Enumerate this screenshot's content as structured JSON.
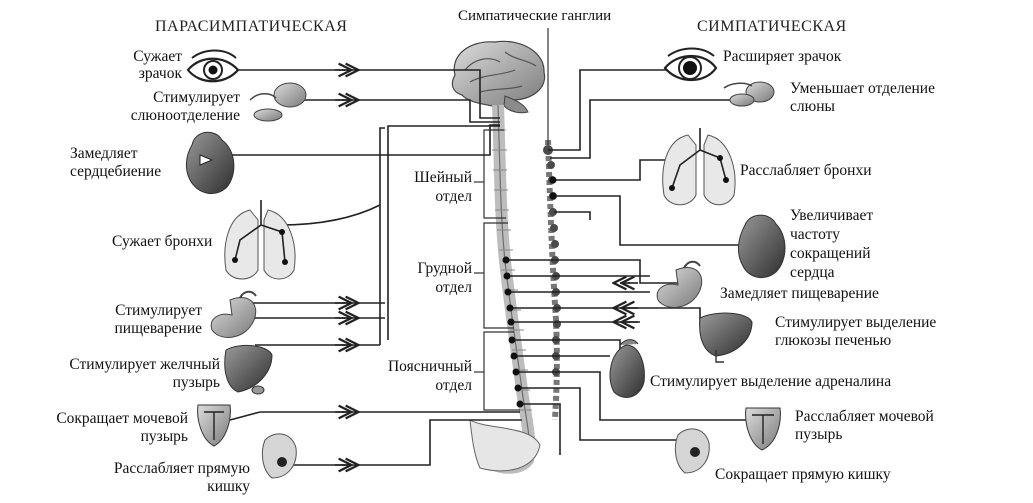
{
  "headers": {
    "parasympathetic": "ПАРАСИМПАТИЧЕСКАЯ",
    "sympathetic": "СИМПАТИЧЕСКАЯ",
    "ganglia": "Симпатические ганглии"
  },
  "spine_sections": {
    "cervical": "Шейный отдел",
    "thoracic": "Грудной отдел",
    "lumbar": "Поясничный отдел"
  },
  "left_effects": [
    "Сужает зрачок",
    "Стимулирует слюноотделение",
    "Замедляет сердцебиение",
    "Сужает бронхи",
    "Стимулирует пищеварение",
    "Стимулирует желчный пузырь",
    "Сокращает мочевой пузырь",
    "Расслабляет прямую кишку"
  ],
  "right_effects": [
    "Расширяет зрачок",
    "Уменьшает отделение слюны",
    "Расслабляет бронхи",
    "Увеличивает частоту сокращений сердца",
    "Замедляет пищеварение",
    "Стимулирует выделение глюкозы печенью",
    "Стимулирует выделение адреналина",
    "Расслабляет мочевой пузырь",
    "Сокращает прямую кишку"
  ]
}
